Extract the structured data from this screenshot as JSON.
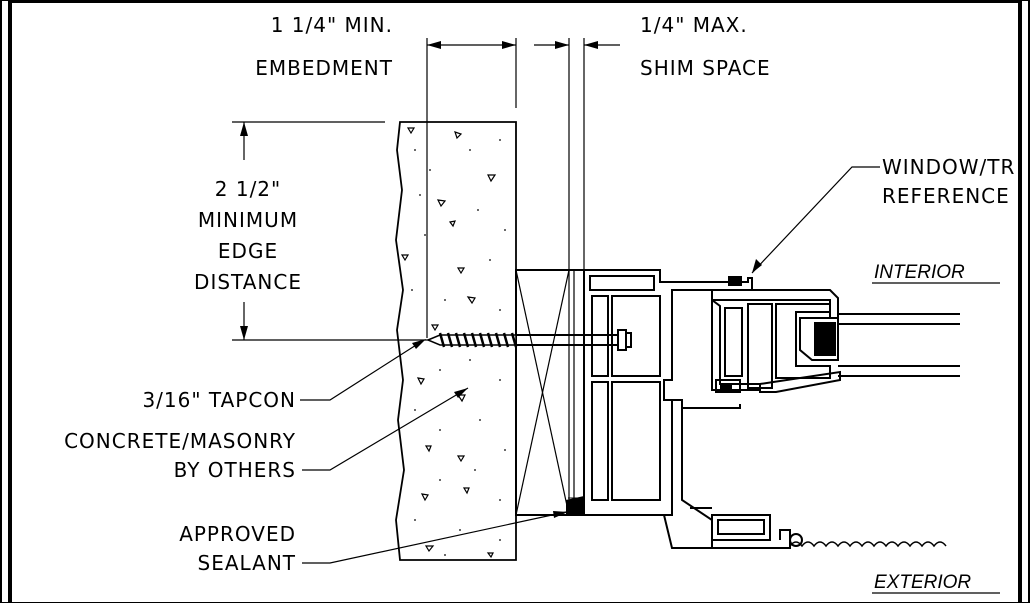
{
  "labels": {
    "embedment_line1": "1 1/4\" MIN.",
    "embedment_line2": "EMBEDMENT",
    "shim_line1": "1/4\" MAX.",
    "shim_line2": "SHIM SPACE",
    "edge_line1": "2 1/2\"",
    "edge_line2": "MINIMUM",
    "edge_line3": "EDGE",
    "edge_line4": "DISTANCE",
    "window_line1": "WINDOW/TR",
    "window_line2": "REFERENCE",
    "interior": "INTERIOR",
    "exterior": "EXTERIOR",
    "tapcon": "3/16\" TAPCON",
    "concrete_line1": "CONCRETE/MASONRY",
    "concrete_line2": "BY OTHERS",
    "sealant_line1": "APPROVED",
    "sealant_line2": "SEALANT"
  }
}
